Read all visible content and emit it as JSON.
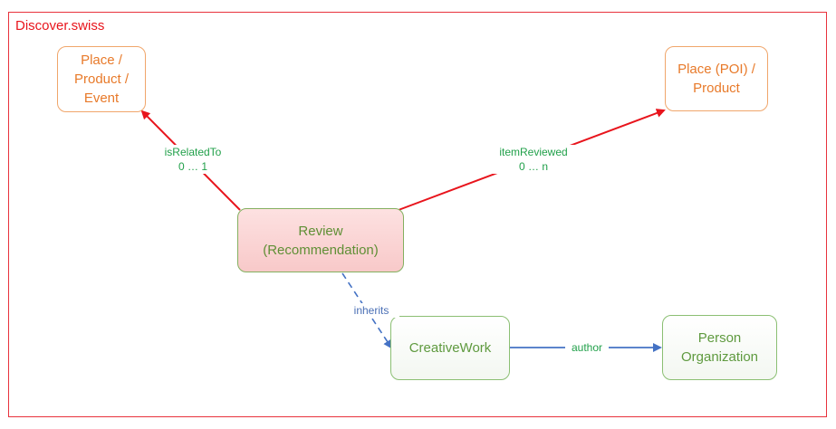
{
  "frame": {
    "title": "Discover.swiss"
  },
  "nodes": {
    "place_product_event": "Place /\nProduct /\nEvent",
    "place_poi_product": "Place (POI) /\nProduct",
    "review": "Review\n(Recommendation)",
    "creative_work": "CreativeWork",
    "person_organization": "Person\nOrganization"
  },
  "edges": {
    "is_related_to": {
      "name": "isRelatedTo",
      "cardinality": "0 … 1"
    },
    "item_reviewed": {
      "name": "itemReviewed",
      "cardinality": "0 … n"
    },
    "inherits": {
      "name": "inherits"
    },
    "author": {
      "name": "author"
    }
  },
  "colors": {
    "frame_border": "#e8323c",
    "red_edge": "#e8141c",
    "blue_edge": "#4472c4",
    "orange": "#e87a2a",
    "green_text": "#5f9a3f"
  }
}
